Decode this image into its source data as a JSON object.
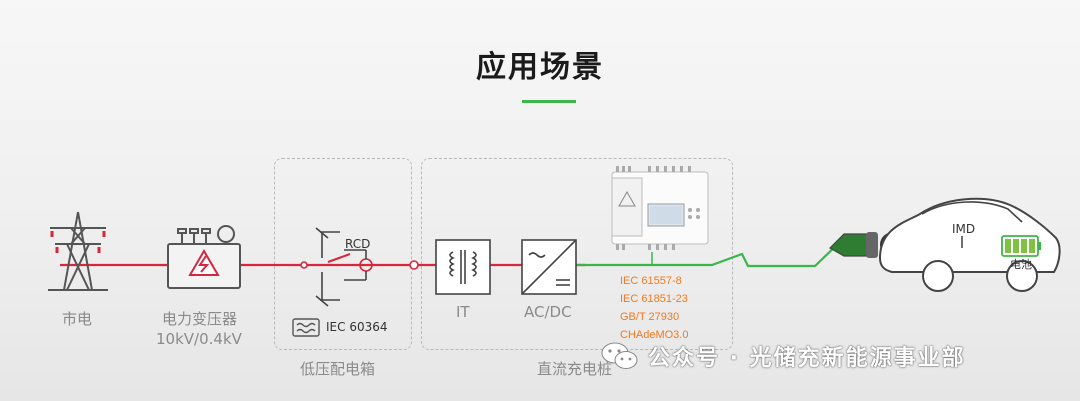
{
  "title": "应用场景",
  "colors": {
    "accent_green": "#3cb54a",
    "line_red": "#d7263d",
    "standard_orange": "#f07a20"
  },
  "nodes": {
    "grid": {
      "label": "市电",
      "icon": "transmission-tower-icon"
    },
    "transformer": {
      "label": "电力变压器",
      "sublabel": "10kV/0.4kV",
      "icon": "transformer-icon"
    },
    "lv_box": {
      "label": "低压配电箱",
      "rcd_label": "RCD",
      "standard": "IEC 60364"
    },
    "charger": {
      "label": "直流充电桩",
      "it_label": "IT",
      "acdc_label": "AC/DC"
    },
    "device_standards": [
      "IEC 61557-8",
      "IEC 61851-23",
      "GB/T 27930",
      "CHAdeMO3.0"
    ],
    "vehicle": {
      "imd_label": "IMD",
      "battery_label": "电池"
    }
  },
  "watermark": {
    "text": "公众号 · 光储充新能源事业部",
    "icon": "wechat-icon"
  }
}
